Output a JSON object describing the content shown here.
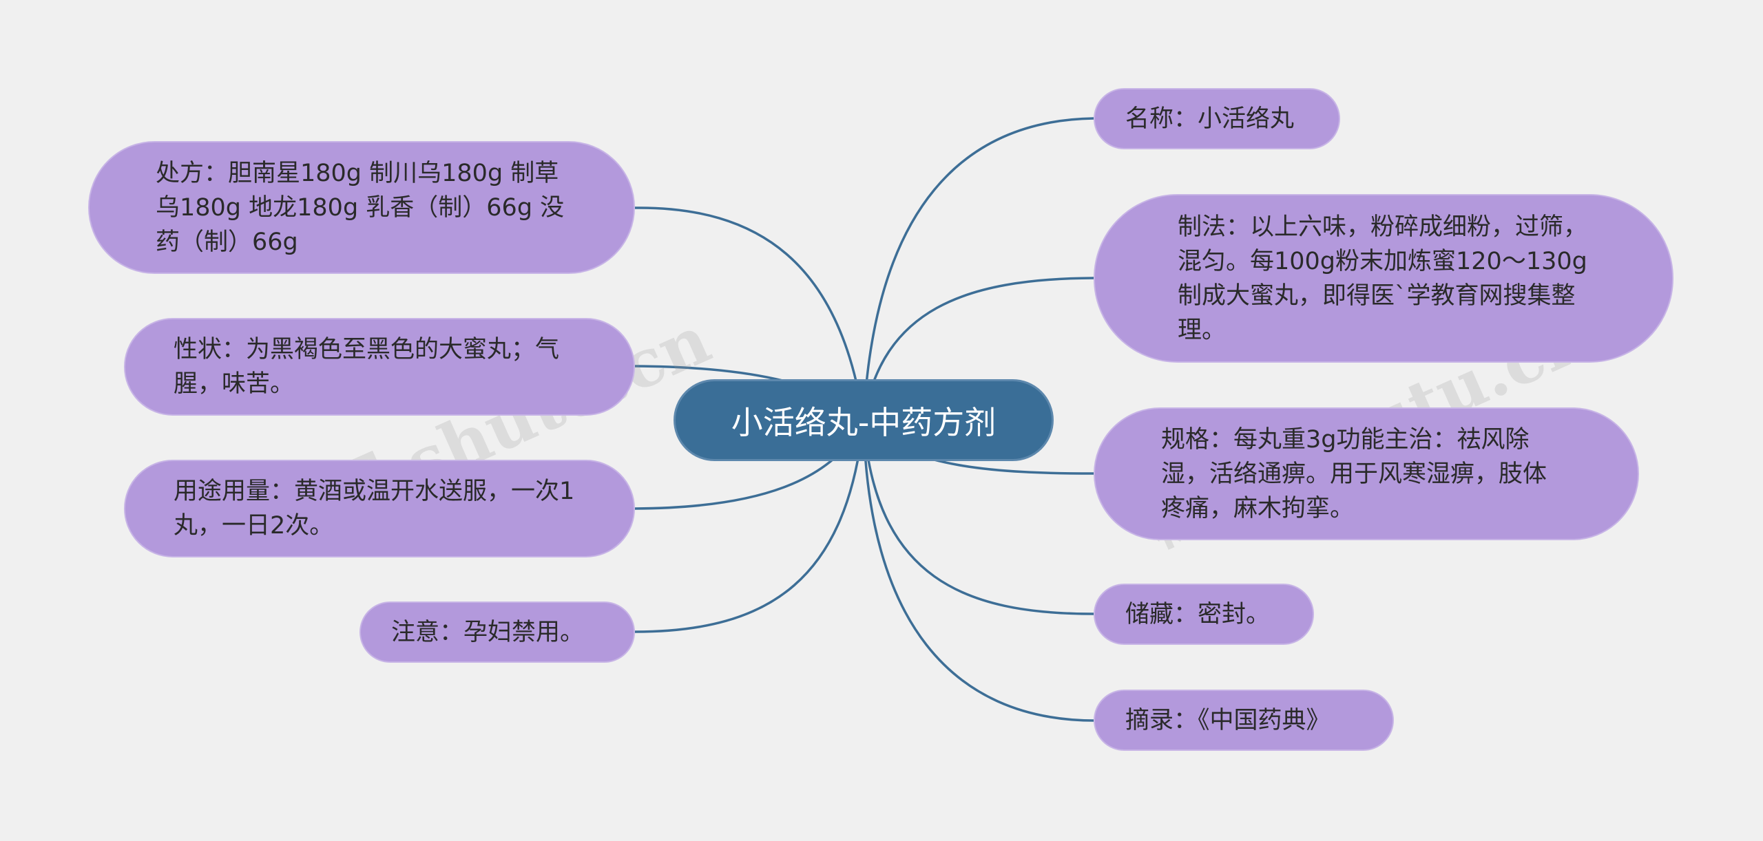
{
  "central": "小活络丸-中药方剂",
  "left_branches": [
    {
      "text": "处方：胆南星180g 制川乌180g 制草乌180g 地龙180g 乳香（制）66g 没药（制）66g"
    },
    {
      "text": "性状：为黑褐色至黑色的大蜜丸；气腥，味苦。"
    },
    {
      "text": "用途用量：黄酒或温开水送服，一次1丸，一日2次。"
    },
    {
      "text": "注意：孕妇禁用。"
    }
  ],
  "right_branches": [
    {
      "text": "名称：小活络丸"
    },
    {
      "text": "制法：以上六味，粉碎成细粉，过筛，混匀。每100g粉末加炼蜜120～130g制成大蜜丸，即得医`学教育网搜集整理。"
    },
    {
      "text": "规格：每丸重3g功能主治：祛风除湿，活络通痹。用于风寒湿痹，肢体疼痛，麻木拘挛。"
    },
    {
      "text": "储藏：密封。"
    },
    {
      "text": "摘录：《中国药典》"
    }
  ],
  "watermarks": [
    "树图 shutu.cn",
    "树图 shutu.cn"
  ],
  "colors": {
    "background": "#f0f0f0",
    "central_fill": "#3a6e97",
    "branch_fill": "#b399dc",
    "edge": "#3d6e96"
  }
}
